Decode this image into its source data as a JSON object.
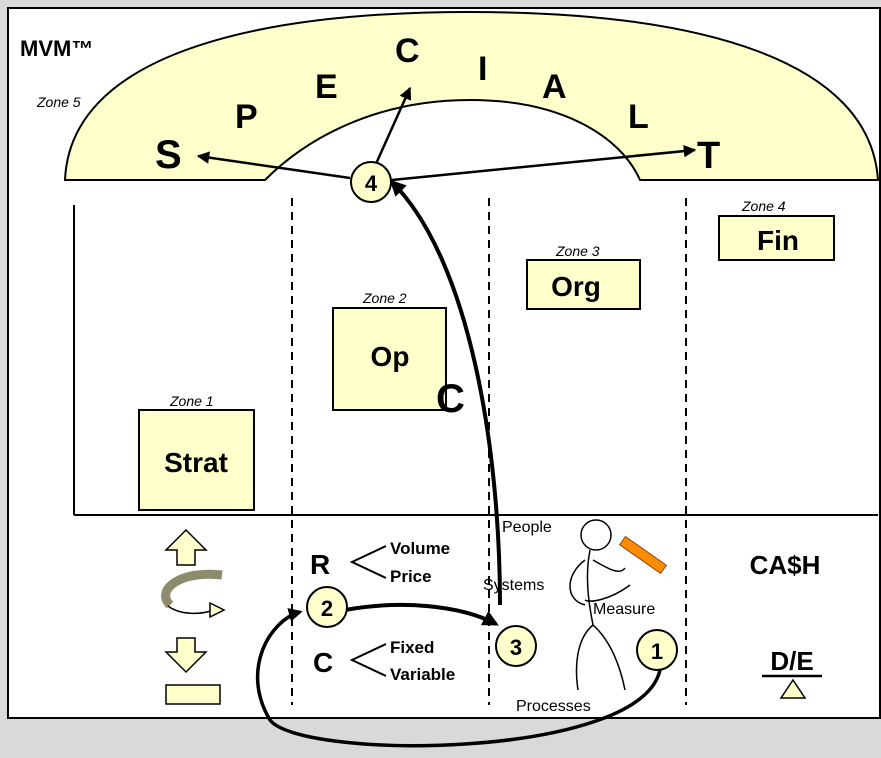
{
  "title": "MVM™",
  "colors": {
    "fill": "#ffffcc",
    "stroke": "#000000",
    "background": "#d9d9d9",
    "panel": "#ffffff",
    "ruler": "#ff8c00"
  },
  "arch": {
    "zone_label": "Zone 5",
    "letters": [
      "S",
      "P",
      "E",
      "C",
      "I",
      "A",
      "L",
      "T"
    ]
  },
  "zones": {
    "zone1": {
      "label": "Zone 1",
      "name": "Strat"
    },
    "zone2": {
      "label": "Zone 2",
      "name": "Op",
      "tag": "C"
    },
    "zone3": {
      "label": "Zone 3",
      "name": "Org"
    },
    "zone4": {
      "label": "Zone 4",
      "name": "Fin"
    }
  },
  "nodes": [
    "4",
    "2",
    "3",
    "1"
  ],
  "revenue": {
    "letter": "R",
    "items": [
      "Volume",
      "Price"
    ]
  },
  "cost": {
    "letter": "C",
    "items": [
      "Fixed",
      "Variable"
    ]
  },
  "labels": {
    "people": "People",
    "systems": "Systems",
    "measure": "Measure",
    "processes": "Processes",
    "cash": "CA$H",
    "de": "D/E"
  },
  "icons": [
    "up-arrow-icon",
    "rotate-arrow-icon",
    "down-arrow-icon",
    "bar-icon",
    "stick-figure-icon",
    "ruler-icon",
    "balance-icon"
  ]
}
